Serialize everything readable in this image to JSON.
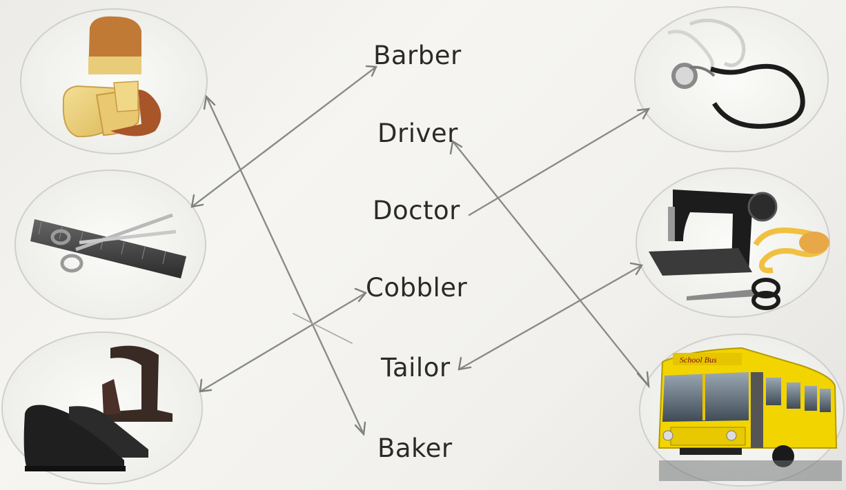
{
  "occupations": [
    {
      "key": "barber",
      "label": "Barber"
    },
    {
      "key": "driver",
      "label": "Driver"
    },
    {
      "key": "doctor",
      "label": "Doctor"
    },
    {
      "key": "cobbler",
      "label": "Cobbler"
    },
    {
      "key": "tailor",
      "label": "Tailor"
    },
    {
      "key": "baker",
      "label": "Baker"
    }
  ],
  "school_bus_sign": "School Bus",
  "colors": {
    "background": "#f2f1ed",
    "text": "#2a2a2a",
    "pencil_line": "#8a8a8a",
    "circle_outline": "#c8c8c8",
    "bread": "#e8c96a",
    "bread_crust": "#b86a2c",
    "bus_body": "#f2d400",
    "shoe": "#1d1d1d",
    "tape": "#f0c040"
  }
}
